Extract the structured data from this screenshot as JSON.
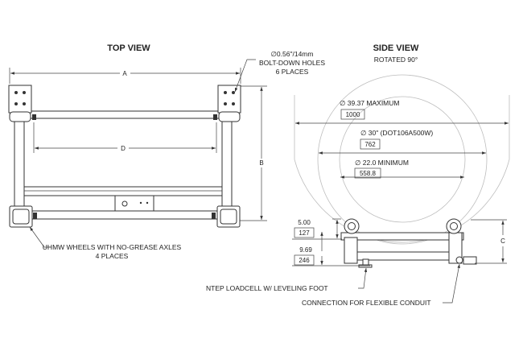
{
  "top_view": {
    "title": "TOP VIEW",
    "dim_a": "A",
    "dim_b": "B",
    "dim_d": "D",
    "hole_callout": [
      "∅0.56\"/14mm",
      "BOLT-DOWN HOLES",
      "6 PLACES"
    ],
    "wheel_callout": [
      "UHMW WHEELS WITH NO-GREASE AXLES",
      "4 PLACES"
    ]
  },
  "side_view": {
    "title": "SIDE VIEW",
    "subtitle": "ROTATED 90°",
    "circle_max": {
      "label": "∅ 39.37 MAXIMUM",
      "metric": "1000"
    },
    "circle_mid": {
      "label": "∅ 30\" (DOT106A500W)",
      "metric": "762"
    },
    "circle_min": {
      "label": "∅ 22.0  MINIMUM",
      "metric": "558.8"
    },
    "height_dim": {
      "value": "5.00",
      "metric": "127"
    },
    "offset_dim": {
      "value": "9.69",
      "metric": "246"
    },
    "dim_c": "C",
    "loadcell_callout": "NTEP LOADCELL W/ LEVELING FOOT",
    "conduit_callout": "CONNECTION FOR FLEXIBLE CONDUIT"
  }
}
